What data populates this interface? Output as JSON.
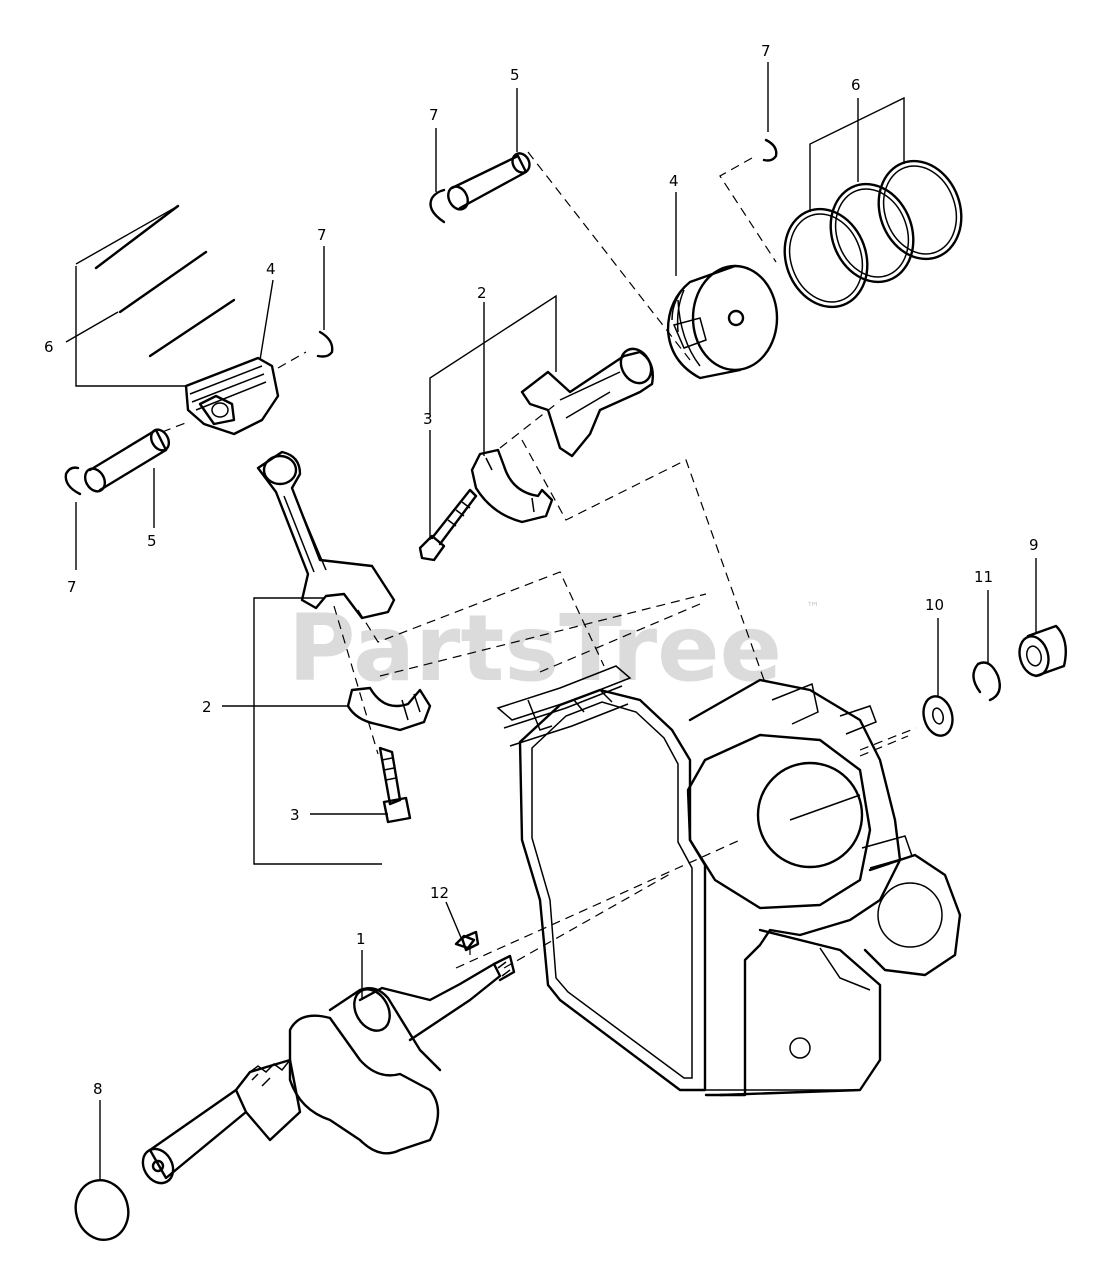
{
  "watermark": {
    "text": "PartsTree",
    "trademark": "™"
  },
  "callouts": {
    "c1": "1",
    "c2a": "2",
    "c2b": "2",
    "c3a": "3",
    "c3b": "3",
    "c4a": "4",
    "c4b": "4",
    "c5a": "5",
    "c5b": "5",
    "c6a": "6",
    "c6b": "6",
    "c7a": "7",
    "c7b": "7",
    "c7c": "7",
    "c7d": "7",
    "c8": "8",
    "c9": "9",
    "c10": "10",
    "c11": "11",
    "c12": "12"
  }
}
